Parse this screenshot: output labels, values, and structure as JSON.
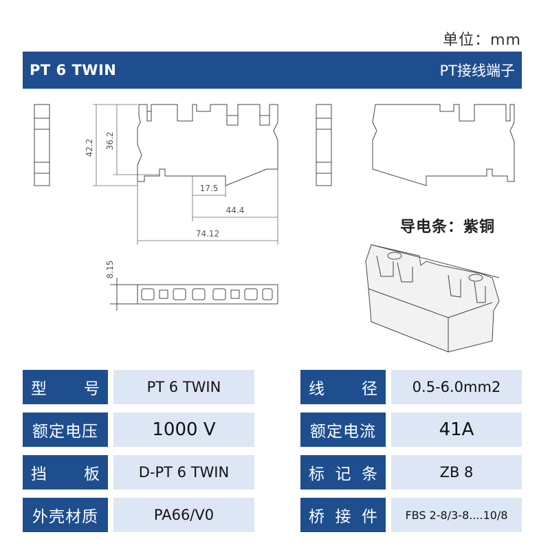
{
  "unit_label": "单位：mm",
  "banner": {
    "title": "PT 6 TWIN",
    "subtitle": "PT接线端子"
  },
  "dimensions": {
    "d1": "42.2",
    "d2": "36.2",
    "d3": "17.5",
    "d4": "44.4",
    "d5": "74.12",
    "d6": "8.15"
  },
  "material": "导电条：紫铜",
  "specs": [
    {
      "l1": [
        "型",
        "号"
      ],
      "v1": "PT 6 TWIN",
      "l2": [
        "线",
        "径"
      ],
      "v2": "0.5-6.0mm2"
    },
    {
      "l1": [
        "额定电压"
      ],
      "v1": "1000 V",
      "l2": [
        "额定电流"
      ],
      "v2": "41A"
    },
    {
      "l1": [
        "挡",
        "板"
      ],
      "v1": "D-PT 6 TWIN",
      "l2": [
        "标",
        "记",
        "条"
      ],
      "v2": "ZB 8"
    },
    {
      "l1": [
        "外壳材质"
      ],
      "v1": "PA66/V0",
      "l2": [
        "桥",
        "接",
        "件"
      ],
      "v2": "FBS 2-8/3-8....10/8"
    }
  ],
  "colors": {
    "accent": "#1f4e8f",
    "value_bg": "#dde6f4"
  }
}
